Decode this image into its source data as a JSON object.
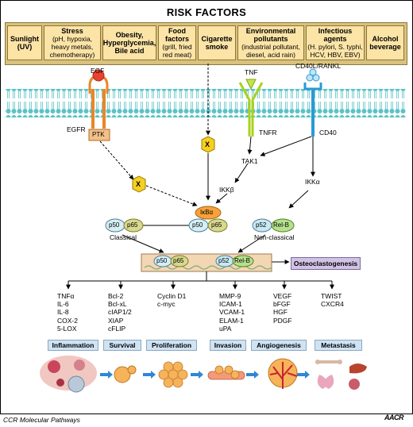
{
  "title": "RISK FACTORS",
  "risk_factors": [
    {
      "head": "Sunlight",
      "sub": "(UV)"
    },
    {
      "head": "Stress",
      "sub": "(pH, hypoxia, heavy metals, chemotherapy)"
    },
    {
      "head": "Obesity, Hyperglycemia, Bile acid",
      "sub": ""
    },
    {
      "head": "Food factors",
      "sub": "(grill, fried red meat)"
    },
    {
      "head": "Cigarette smoke",
      "sub": ""
    },
    {
      "head": "Environmental pollutants",
      "sub": "(industrial pollutant, diesel, acid rain)"
    },
    {
      "head": "Infectious agents",
      "sub": "(H. pylori, S. typhi, HCV, HBV, EBV)"
    },
    {
      "head": "Alcohol beverage",
      "sub": ""
    }
  ],
  "receptors": {
    "egf": "EGF",
    "egfr": "EGFR",
    "ptk": "PTK",
    "tnf": "TNF",
    "tnfr": "TNFR",
    "cd40l": "CD40L/RANKL",
    "cd40": "CD40"
  },
  "signaling": {
    "x_mark": "X",
    "tak1": "TAK1",
    "ikkb": "IKKβ",
    "ikka": "IKKα",
    "ikba": "IκBα",
    "p50": "p50",
    "p65": "p65",
    "p52": "p52",
    "relb": "Rel-B",
    "classical": "Classical",
    "non_classical": "Non-classical",
    "osteoclastogenesis": "Osteoclastogenesis"
  },
  "gene_groups": [
    [
      "TNFα",
      "IL-6",
      "IL-8",
      "COX-2",
      "5-LOX"
    ],
    [
      "Bcl-2",
      "Bcl-xL",
      "cIAP1/2",
      "XIAP",
      "cFLIP"
    ],
    [
      "Cyclin D1",
      "c-myc"
    ],
    [
      "MMP-9",
      "ICAM-1",
      "VCAM-1",
      "ELAM-1",
      "uPA"
    ],
    [
      "VEGF",
      "bFGF",
      "HGF",
      "PDGF"
    ],
    [
      "TWIST",
      "CXCR4"
    ]
  ],
  "outcomes": [
    "Inflammation",
    "Survival",
    "Proliferation",
    "Invasion",
    "Angiogenesis",
    "Metastasis"
  ],
  "footer": {
    "journal": "CCR Molecular Pathways",
    "logo": "AACR"
  },
  "colors": {
    "risk_panel": "#d9c27d",
    "risk_box": "#fbe4a6",
    "membrane": "#5bc2c6",
    "egf_receptor": "#e8862a",
    "tnf_receptor": "#a9d21b",
    "cd40_receptor": "#2a9ad6",
    "inhibitor_x": "#f6d020",
    "ikba": "#f7a13a",
    "p50": "#d6eef6",
    "p65": "#d8d88e",
    "p52": "#c8e8f4",
    "relb": "#b6e08e",
    "nucleus": "#f3d6b4",
    "outcome_box": "#cfe3f3",
    "osteo_box": "#d2c2e6"
  }
}
